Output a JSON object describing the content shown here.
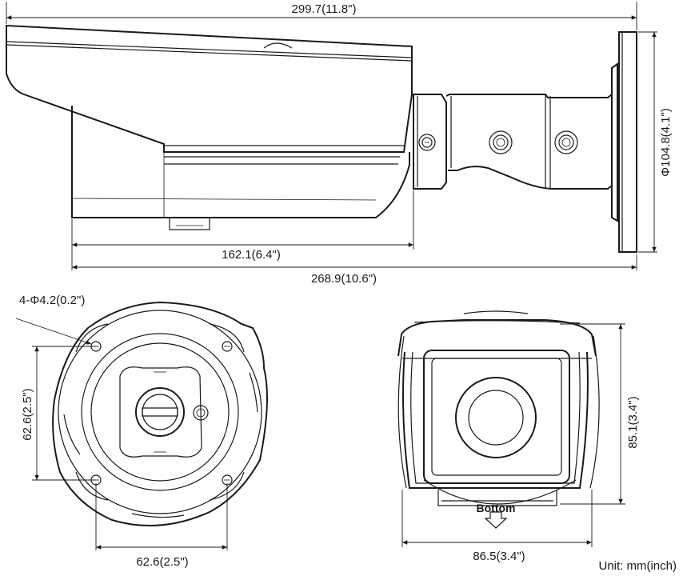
{
  "dimensions": {
    "total_length": "299.7(11.8\")",
    "mount_diameter": "Φ104.8(4.1\")",
    "body_length": "162.1(6.4\")",
    "overall_length": "268.9(10.6\")",
    "hole_spec": "4-Φ4.2(0.2\")",
    "base_hole_vertical": "62.6(2.5\")",
    "base_hole_horizontal": "62.6(2.5\")",
    "front_height": "85.1(3.4\")",
    "front_width": "86.5(3.4\")"
  },
  "labels": {
    "bottom_marker": "Bottom",
    "unit": "Unit: mm(inch)"
  }
}
